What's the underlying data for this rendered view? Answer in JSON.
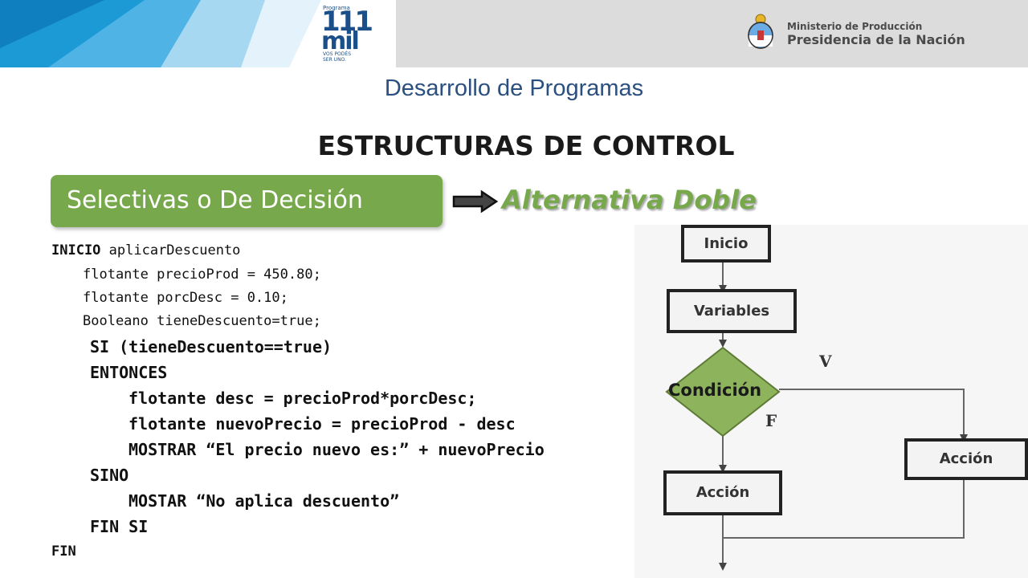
{
  "header": {
    "logo_program": "Programa",
    "logo_number": "111",
    "logo_word": "mil",
    "logo_tagline": "VOS PODÉS SER UNO.",
    "ministry_line1": "Ministerio de Producción",
    "ministry_line2": "Presidencia de la Nación"
  },
  "slide": {
    "subtitle": "Desarrollo de Programas",
    "title": "ESTRUCTURAS DE CONTROL",
    "category": "Selectivas o De Decisión",
    "subcategory": "Alternativa Doble"
  },
  "code": {
    "l1_kw": "INICIO",
    "l1_rest": " aplicarDescuento",
    "l2": "flotante precioProd = 450.80;",
    "l3": "flotante porcDesc = 0.10;",
    "l4": "Booleano tieneDescuento=true;",
    "l5": "SI (tieneDescuento==true)",
    "l6": "ENTONCES",
    "l7": "flotante desc = precioProd*porcDesc;",
    "l8": "flotante nuevoPrecio = precioProd - desc",
    "l9": "MOSTRAR “El precio nuevo es:” + nuevoPrecio",
    "l10": "SINO",
    "l11": "MOSTAR “No aplica descuento”",
    "l12": "FIN SI",
    "l13": "FIN"
  },
  "flowchart": {
    "start": "Inicio",
    "variables": "Variables",
    "condition": "Condición",
    "true_label": "V",
    "false_label": "F",
    "action_true": "Acción",
    "action_false": "Acción"
  },
  "colors": {
    "accent_green": "#77a84b",
    "header_blue": "#1a4f8a",
    "subtitle_blue": "#2b4f7e"
  }
}
